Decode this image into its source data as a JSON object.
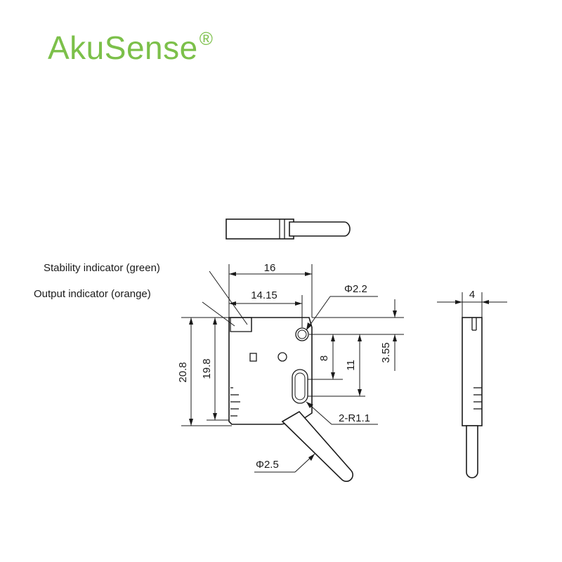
{
  "brand": {
    "name": "AkuSense",
    "registered_mark": "®",
    "color": "#7cc04a"
  },
  "labels": {
    "stability_indicator": "Stability indicator (green)",
    "output_indicator": "Output indicator (orange)"
  },
  "dimensions": {
    "width_total": "16",
    "width_indicator": "14.15",
    "hole_diameter": "Φ2.2",
    "height_total": "20.8",
    "height_body": "19.8",
    "slot_spacing": "8",
    "slot_offset": "11",
    "hole_offset": "3.55",
    "slot_radius": "2-R1.1",
    "cable_diameter": "Φ2.5",
    "side_thickness": "4"
  }
}
